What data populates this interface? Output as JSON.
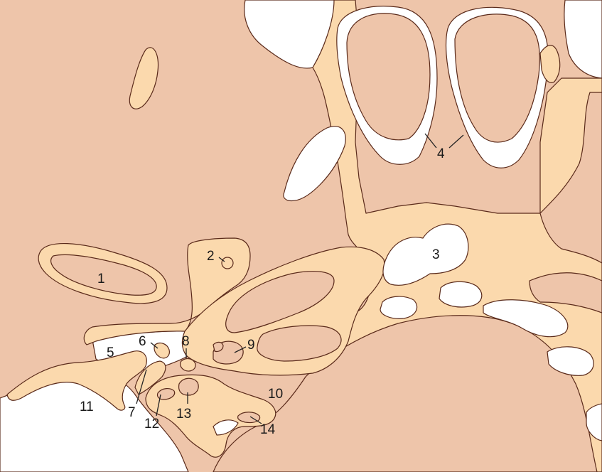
{
  "diagram": {
    "colors": {
      "soft_tissue": "#eec5aa",
      "bone": "#fbd9ad",
      "air": "#ffffff",
      "outline": "#5a2a1a"
    },
    "labels": [
      {
        "id": "1",
        "text": "1"
      },
      {
        "id": "2",
        "text": "2"
      },
      {
        "id": "3",
        "text": "3"
      },
      {
        "id": "4",
        "text": "4"
      },
      {
        "id": "5",
        "text": "5"
      },
      {
        "id": "6",
        "text": "6"
      },
      {
        "id": "7",
        "text": "7"
      },
      {
        "id": "8",
        "text": "8"
      },
      {
        "id": "9",
        "text": "9"
      },
      {
        "id": "10",
        "text": "10"
      },
      {
        "id": "11",
        "text": "11"
      },
      {
        "id": "12",
        "text": "12"
      },
      {
        "id": "13",
        "text": "13"
      },
      {
        "id": "14",
        "text": "14"
      }
    ]
  }
}
